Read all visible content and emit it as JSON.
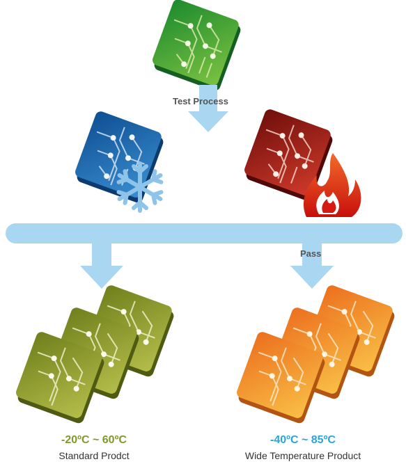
{
  "labels": {
    "test_process": "Test Process",
    "pass": "Pass"
  },
  "products": {
    "standard": {
      "range": "-20ºC ~ 60ºC",
      "name": "Standard Prodct"
    },
    "wide": {
      "range": "-40ºC ~ 85ºC",
      "name": "Wide Temperature Product"
    }
  },
  "colors": {
    "arrow": "#a9d7f2",
    "label_text": "#555555",
    "standard_range": "#7f9a2b",
    "wide_range": "#2aa5dc",
    "board_green": "#2f9e3c",
    "board_blue": "#1d67ad",
    "board_red": "#a3201b",
    "board_olive": "#8f9e2c",
    "board_orange": "#f08a28",
    "snowflake": "#8fc4ea",
    "flame": "#e23a1f"
  },
  "icons": {
    "cold": "snowflake-icon",
    "heat": "flame-icon"
  }
}
